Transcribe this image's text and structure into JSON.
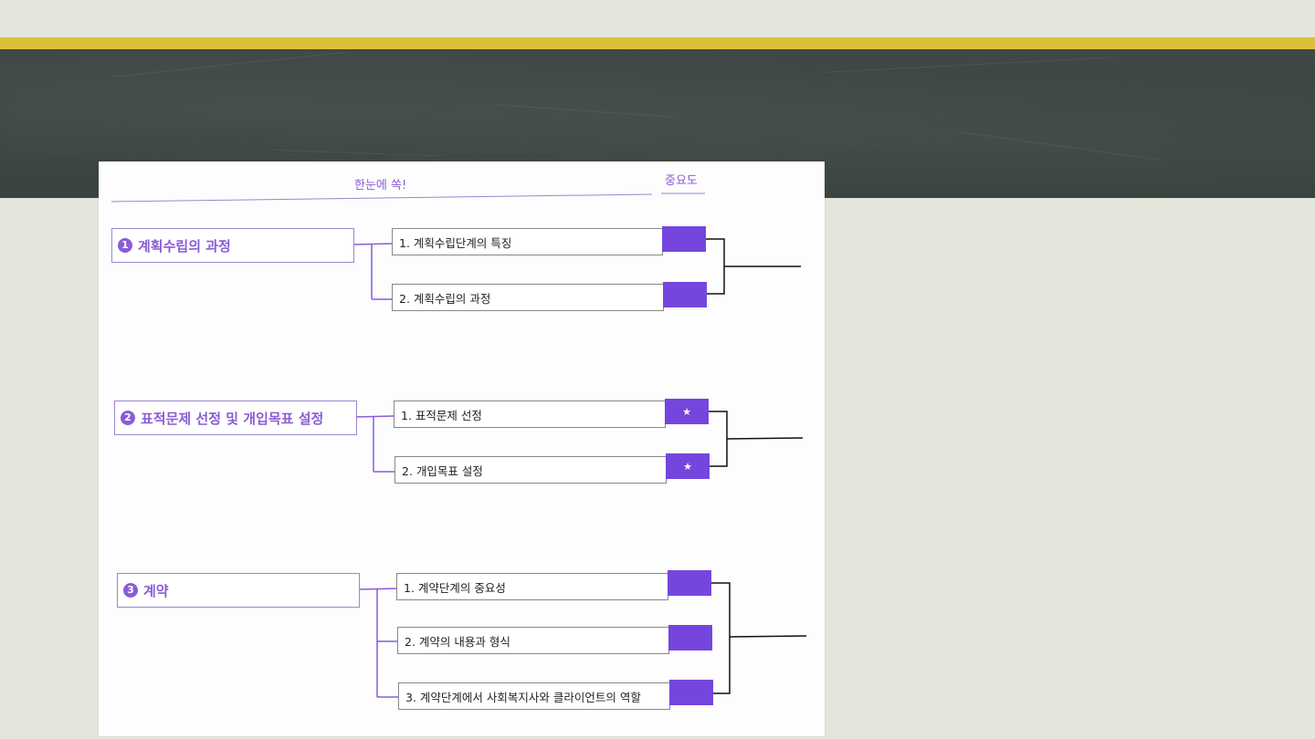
{
  "header": {
    "title": "한눈에 쏙!",
    "importance_label": "중요도"
  },
  "sections": [
    {
      "number": "1",
      "title": "계획수립의 과정",
      "items": [
        {
          "label": "1. 계획수립단계의 특징",
          "importance": ""
        },
        {
          "label": "2. 계획수립의 과정",
          "importance": ""
        }
      ]
    },
    {
      "number": "2",
      "title": "표적문제 선정 및 개입목표 설정",
      "items": [
        {
          "label": "1. 표적문제 선정",
          "importance": "★"
        },
        {
          "label": "2. 개입목표 설정",
          "importance": "★"
        }
      ]
    },
    {
      "number": "3",
      "title": "계약",
      "items": [
        {
          "label": "1. 계약단계의 중요성",
          "importance": ""
        },
        {
          "label": "2. 계약의 내용과 형식",
          "importance": ""
        },
        {
          "label": "3. 계약단계에서 사회복지사와 클라이언트의 역할",
          "importance": ""
        }
      ]
    }
  ],
  "colors": {
    "accent": "#8a5cd6",
    "importance_fill": "#7446de",
    "gold_bar": "#dcc03a",
    "chalkboard": "#3d4643",
    "background": "#e4e5db"
  }
}
